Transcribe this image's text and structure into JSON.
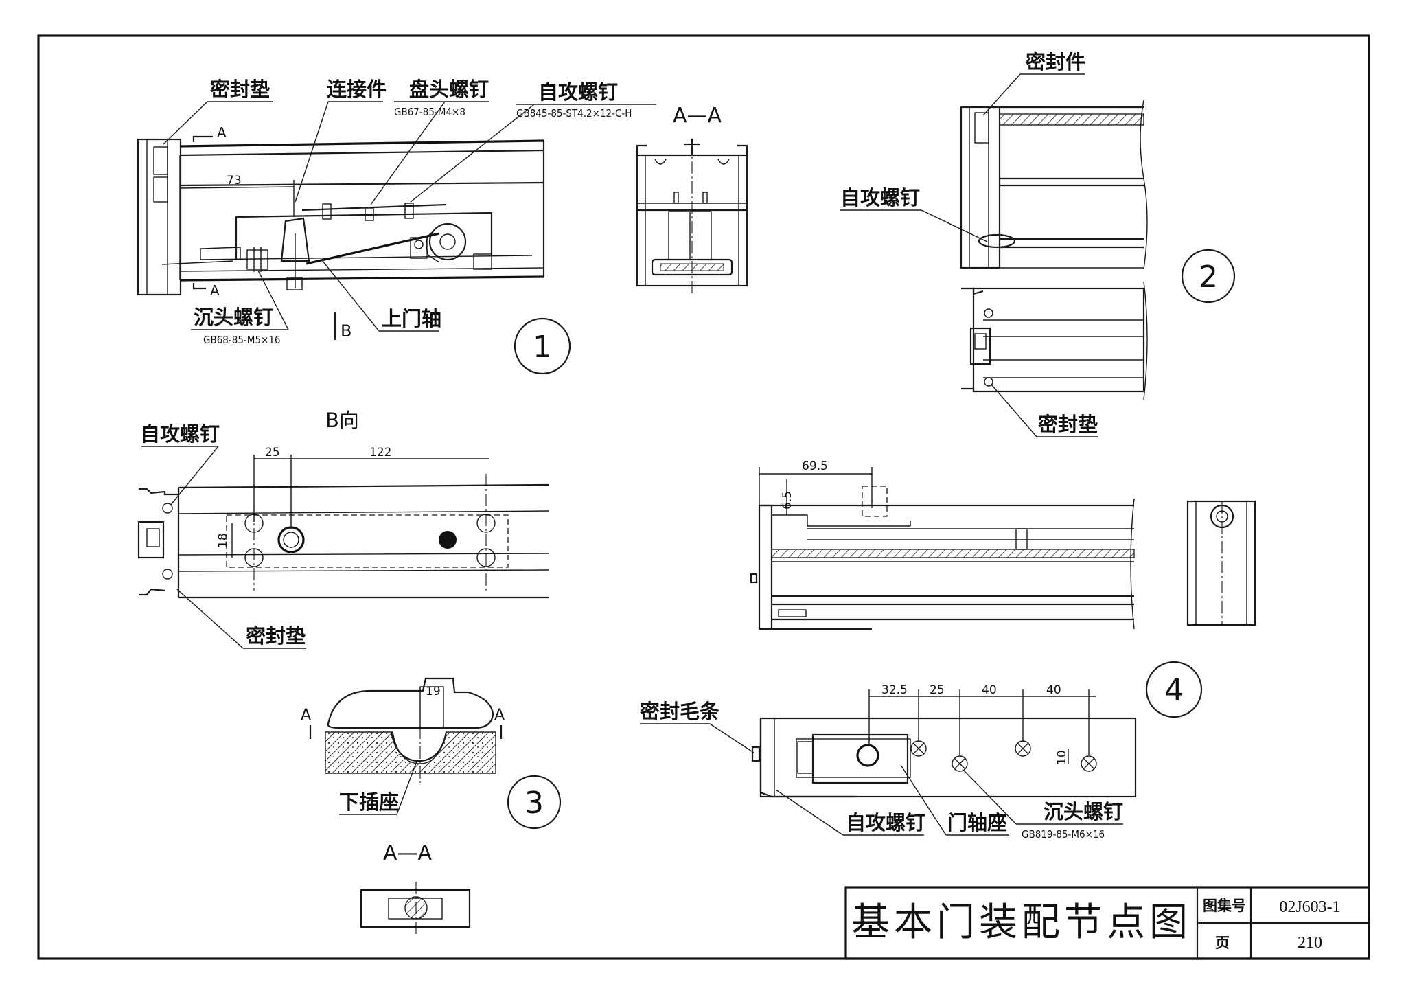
{
  "title_block": {
    "title": "基本门装配节点图",
    "atlas_label": "图集号",
    "atlas_no": "02J603-1",
    "page_label": "页",
    "page_no": "210"
  },
  "detail1": {
    "label_seal_pad": "密封垫",
    "label_connector": "连接件",
    "label_pan_screw": "盘头螺钉",
    "std_pan_screw": "GB67-85-M4×8",
    "label_self_tap": "自攻螺钉",
    "std_self_tap": "GB845-85-ST4.2×12-C-H",
    "label_csk_screw": "沉头螺钉",
    "std_csk_screw": "GB68-85-M5×16",
    "label_top_pivot": "上门轴",
    "dim_73": "73",
    "cut_a_top": "A",
    "cut_a_bottom": "A",
    "view_b": "B",
    "section_aa": "A—A",
    "number": "1"
  },
  "detail2": {
    "label_seal_part": "密封件",
    "label_self_tap": "自攻螺钉",
    "label_seal_pad": "密封垫",
    "number": "2"
  },
  "b_view": {
    "title": "B向",
    "label_self_tap": "自攻螺钉",
    "label_seal_pad": "密封垫",
    "dim_25": "25",
    "dim_122": "122",
    "dim_18": "18"
  },
  "detail3": {
    "cut_a_left": "A",
    "cut_a_right": "A",
    "dim_19": "19",
    "label_bottom_socket": "下插座",
    "section_aa": "A—A",
    "number": "3"
  },
  "detail4": {
    "dim_69_5": "69.5",
    "dim_6_5": "6.5",
    "label_seal_brush": "密封毛条",
    "dim_32_5": "32.5",
    "dim_25": "25",
    "dim_40a": "40",
    "dim_40b": "40",
    "dim_10": "10",
    "label_self_tap": "自攻螺钉",
    "label_pivot_seat": "门轴座",
    "label_csk_screw": "沉头螺钉",
    "std_csk_screw": "GB819-85-M6×16",
    "number": "4"
  }
}
